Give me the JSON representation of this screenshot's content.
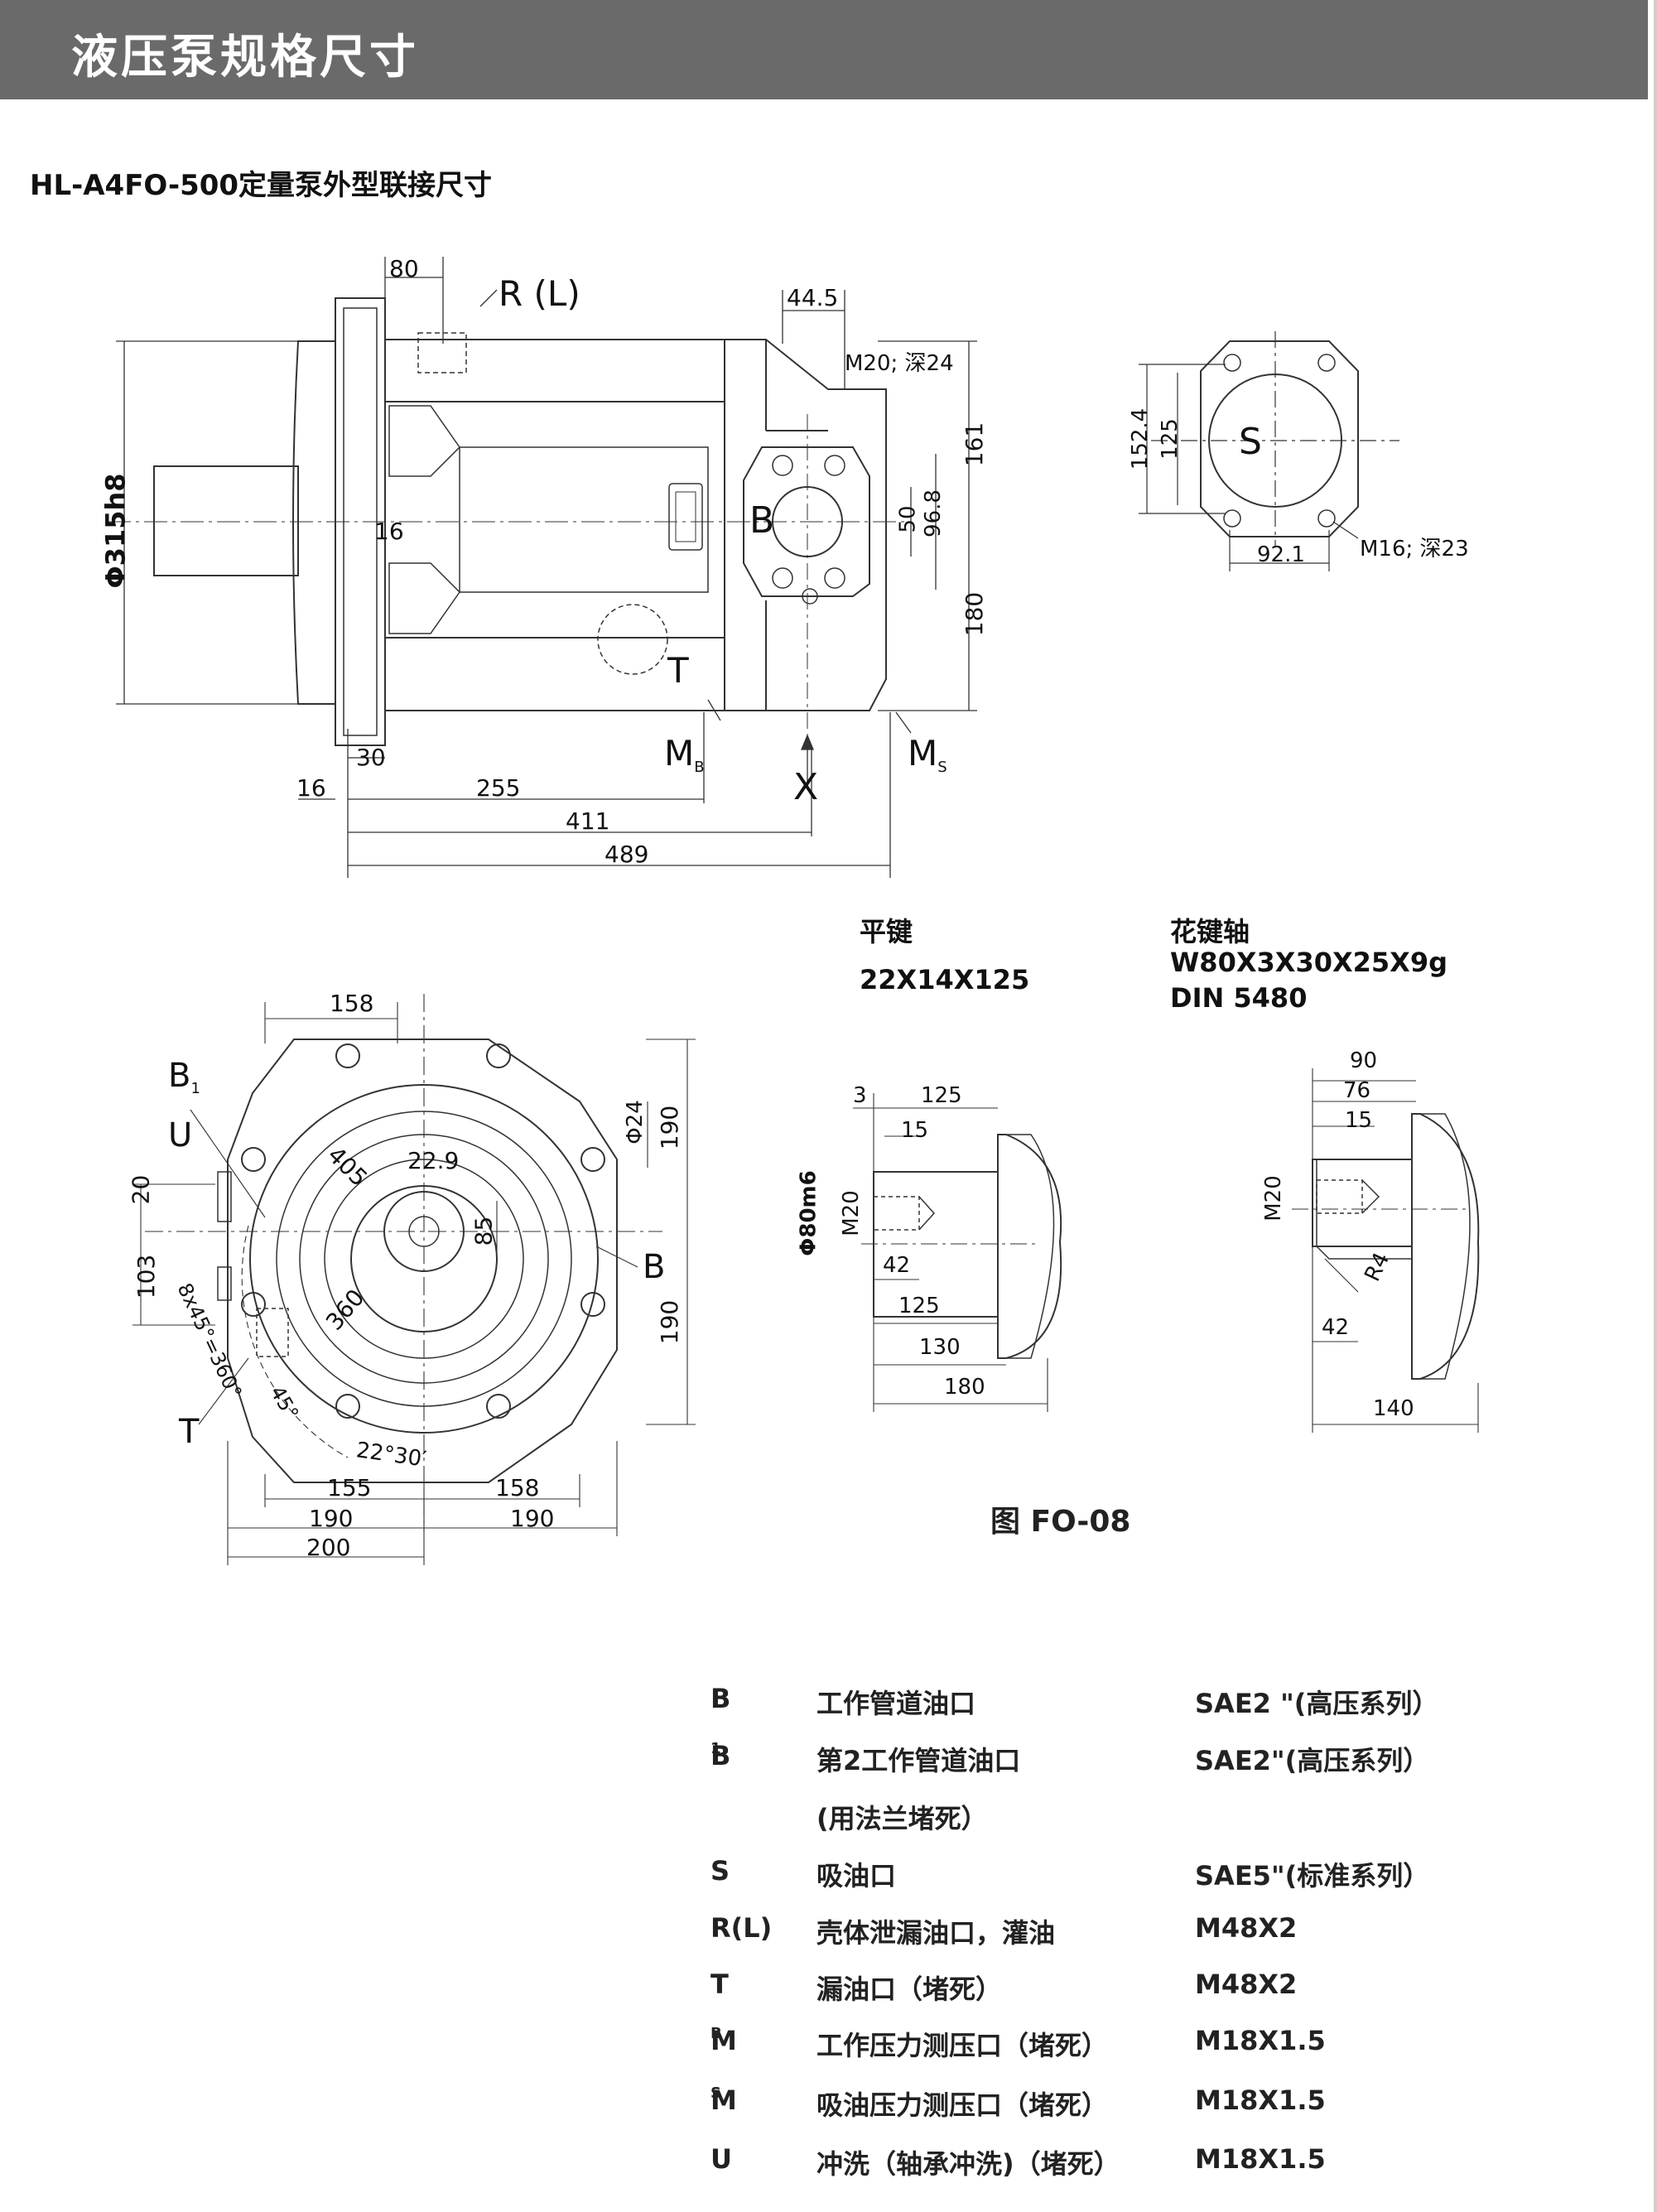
{
  "header": {
    "title": "液压泵规格尺寸"
  },
  "subtitle": "HL-A4FO-500定量泵外型联接尺寸",
  "shaft_keys": {
    "flat_key": {
      "title": "平键",
      "spec": "22X14X125"
    },
    "spline": {
      "title": "花键轴",
      "spec": "W80X3X30X25X9g",
      "standard": "DIN 5480"
    }
  },
  "figure_caption": "图   FO-08",
  "drawing_labels": {
    "side": {
      "d80": "80",
      "rl": "R (L)",
      "d44_5": "44.5",
      "m20_24": "M20; 深24",
      "d161": "161",
      "phi315": "Φ315h8",
      "b": "B",
      "d50": "50",
      "d96_8": "96.8",
      "d16a": "16",
      "d180": "180",
      "t": "T",
      "mb_main": "M",
      "mb_sub": "B",
      "x": "X",
      "ms_main": "M",
      "ms_sub": "S",
      "d30": "30",
      "d16b": "16",
      "d255": "255",
      "d411": "411",
      "d489": "489"
    },
    "port_s": {
      "d152_4": "152.4",
      "d125": "125",
      "s": "S",
      "m16_23": "M16; 深23",
      "d92_1": "92.1"
    },
    "front": {
      "d158top": "158",
      "b1_main": "B",
      "b1_sub": "1",
      "u": "U",
      "d24": "Φ24",
      "d190a": "190",
      "d20": "20",
      "d405": "405",
      "d22_9": "22.9",
      "d85": "85",
      "b": "B",
      "d103": "103",
      "d360": "360",
      "pcd": "8x45°=360°",
      "d190b": "190",
      "a45": "45°",
      "t": "T",
      "a22": "22°30′",
      "d155": "155",
      "d158bot": "158",
      "d190c": "190",
      "d190d": "190",
      "d200": "200"
    },
    "flat_key": {
      "d3": "3",
      "d125a": "125",
      "d15": "15",
      "phi80": "Φ80m6",
      "m20": "M20",
      "d42": "42",
      "d125b": "125",
      "d130": "130",
      "d180": "180"
    },
    "spline": {
      "d90": "90",
      "d76": "76",
      "d15": "15",
      "m20": "M20",
      "r4": "R4",
      "d42": "42",
      "d140": "140"
    }
  },
  "legend": [
    {
      "code": "B",
      "code_sub": "",
      "desc": "工作管道油口",
      "spec": "SAE2 \"(高压系列）"
    },
    {
      "code": "B",
      "code_sub": "1",
      "desc": "第2工作管道油口",
      "spec": "SAE2\"(高压系列）"
    },
    {
      "code": "",
      "code_sub": "",
      "desc": "(用法兰堵死）",
      "spec": ""
    },
    {
      "code": "S",
      "code_sub": "",
      "desc": "吸油口",
      "spec": "SAE5\"(标准系列）"
    },
    {
      "code": "R(L)",
      "code_sub": "",
      "desc": "壳体泄漏油口，灌油",
      "spec": "M48X2"
    },
    {
      "code": "T",
      "code_sub": "",
      "desc": "漏油口（堵死）",
      "spec": "M48X2"
    },
    {
      "code": "M",
      "code_sub": "B",
      "desc": "工作压力测压口（堵死）",
      "spec": "M18X1.5"
    },
    {
      "code": "M",
      "code_sub": "S",
      "desc": "吸油压力测压口（堵死）",
      "spec": "M18X1.5"
    },
    {
      "code": "U",
      "code_sub": "",
      "desc": "冲洗（轴承冲洗)（堵死）",
      "spec": "M18X1.5"
    }
  ]
}
